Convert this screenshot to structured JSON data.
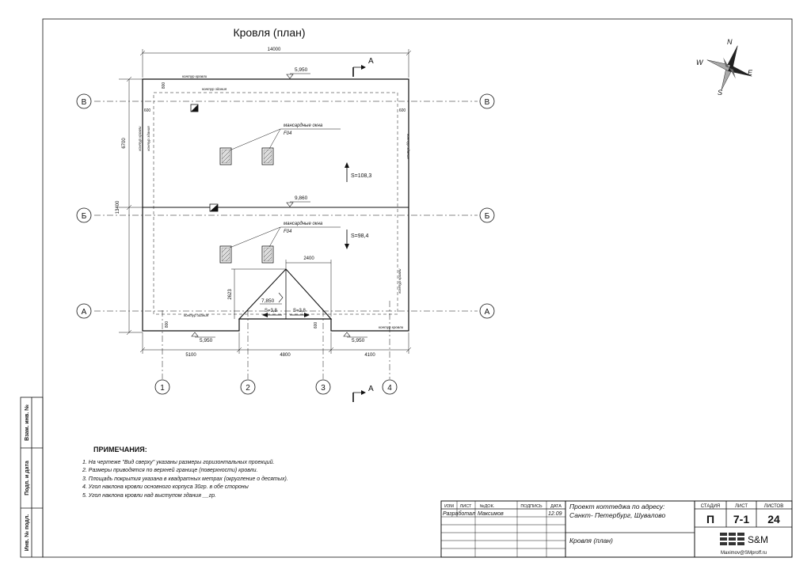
{
  "drawing": {
    "title": "Кровля (план)",
    "overall_width": "14000",
    "overall_height": "13400",
    "upper_height": "6700",
    "ridge_dim": "2400",
    "bay_height": "2623",
    "offset_top": "800",
    "offset_bottom": "800",
    "offset_side_left": "600",
    "offset_side_right": "600",
    "offset_bump": "600",
    "bottom_dims": [
      "5100",
      "4800",
      "4100"
    ],
    "axes": {
      "rows": [
        "В",
        "Б",
        "А"
      ],
      "cols": [
        "1",
        "2",
        "3",
        "4"
      ]
    },
    "section_mark": "А",
    "elevations": {
      "top": "5,950",
      "mid": "9,860",
      "bump": "7,850",
      "bottom_left": "5,950",
      "bottom_right": "5,950"
    },
    "labels": {
      "roof_contour": "контур кровли",
      "building_contour": "контур здания",
      "dormers": "мансардные окна",
      "dormer_code": "F04"
    },
    "areas": {
      "top": "S=108,3",
      "bottom": "S=98,4",
      "bump_left": "S=3,8",
      "bump_right": "S=3,8"
    },
    "compass": {
      "n": "N",
      "s": "S",
      "e": "E",
      "w": "W"
    }
  },
  "notes": {
    "title": "ПРИМЕЧАНИЯ:",
    "items": [
      "1. На чертеже \"Вид сверху\" указаны размеры горизонтальных проекций.",
      "2. Размеры приводятся по верхней границе (поверхности) кровли.",
      "3. Площадь покрытия указана в квадратных метрах (округление о десятых).",
      "4. Угол наклона кровли основного корпуса 30гр. в обе стороны",
      "5. Угол наклона кровли над выступом здания __гр."
    ]
  },
  "side_stamp": [
    "Взам. инв. №",
    "Подп. и дата",
    "Инв. № подл."
  ],
  "title_block": {
    "headers": [
      "ИЗМ",
      "ЛИСТ",
      "№ДОК.",
      "ПОДПИСЬ",
      "ДАТА"
    ],
    "role": "Разработал",
    "author": "Максимов",
    "date": "12.09",
    "project": "Проект коттеджа по адресу:",
    "address": "Санкт- Петербург, Шувалово",
    "sheet_title": "Кровля (план)",
    "col_headers": [
      "СТАДИЯ",
      "ЛИСТ",
      "ЛИСТОВ"
    ],
    "stage": "П",
    "sheet": "7-1",
    "sheets": "24",
    "company": "S&M",
    "email": "Maximov@SMproff.ru"
  }
}
